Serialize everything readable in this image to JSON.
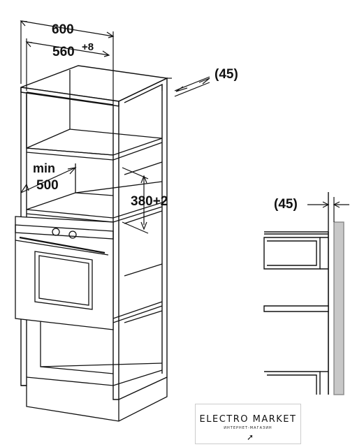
{
  "labels": {
    "width_outer": "600",
    "width_inner": "560",
    "width_inner_tol": "+8",
    "depth_gap_top": "(45)",
    "min_label": "min",
    "depth_min": "500",
    "niche_height": "380+2",
    "depth_gap_side": "(45)"
  },
  "logo": {
    "brand": "ELECTRO MARKET",
    "tagline": "ИНТЕРНЕТ-МАГАЗИН"
  },
  "colors": {
    "line": "#111111",
    "panel_gray": "#c8c8c8"
  }
}
